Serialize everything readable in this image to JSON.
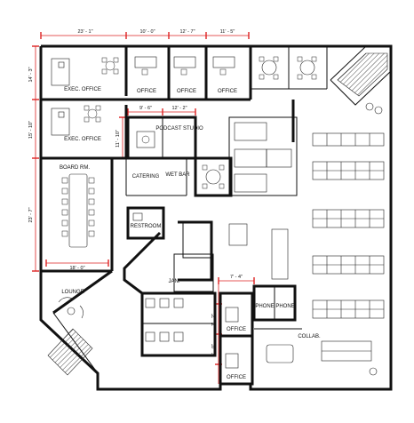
{
  "rooms": {
    "exec_office_1": "EXEC. OFFICE",
    "exec_office_2": "EXEC. OFFICE",
    "office_1": "OFFICE",
    "office_2": "OFFICE",
    "office_3": "OFFICE",
    "office_4": "OFFICE",
    "office_5": "OFFICE",
    "podcast_studio": "PODCAST STUDIO",
    "catering": "CATERING",
    "wet_bar": "WET BAR",
    "board_room": "BOARD RM.",
    "restroom": "RESTROOM",
    "jan": "JAN.",
    "lounge": "LOUNGE",
    "phone_1": "PHONE",
    "phone_2": "PHONE",
    "collab": "COLLAB."
  },
  "dimensions": {
    "top_1": "23' - 1\"",
    "top_2": "10' - 0\"",
    "top_3": "12' - 7\"",
    "top_4": "11' - 5\"",
    "left_1": "14' - 3\"",
    "left_2": "15' - 10\"",
    "left_3": "23' - 7\"",
    "board_width": "18' - 0\"",
    "podcast_w1": "9' - 6\"",
    "podcast_w2": "12' - 2\"",
    "podcast_h": "11' - 10\"",
    "office_small": "7' - 4\"",
    "office_h1": "7' - 2\"",
    "office_h2": "8' - 0\""
  }
}
